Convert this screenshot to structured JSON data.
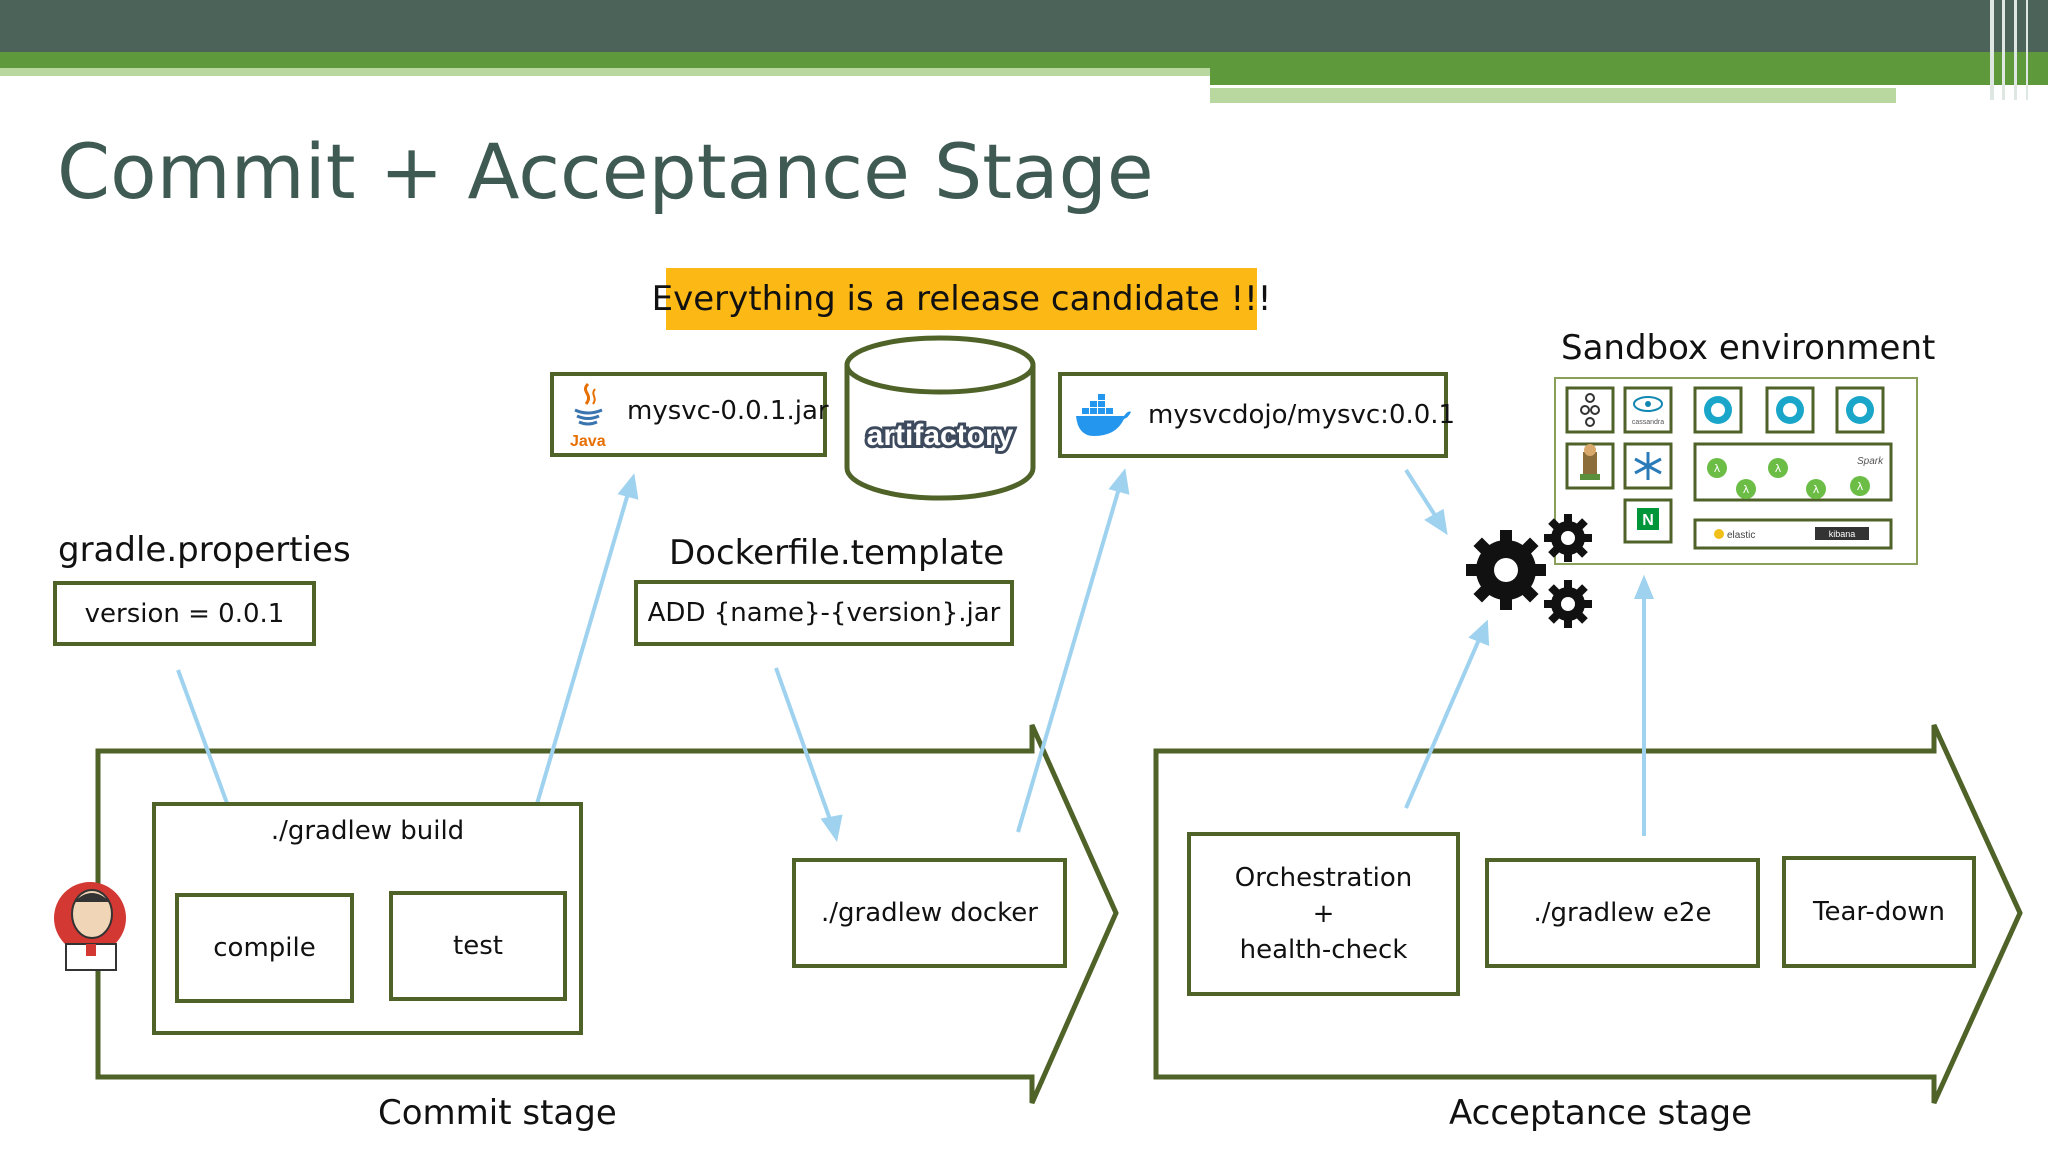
{
  "slide": {
    "title": "Commit + Acceptance Stage",
    "banner": "Everything is a release candidate !!!",
    "colors": {
      "header_dark": "#4b6358",
      "header_green": "#5e9a3b",
      "header_light": "#b8d8a0",
      "title": "#3e5a52",
      "box_border": "#4f6228",
      "banner_bg": "#fcb814",
      "arrow": "#9fd2ef"
    }
  },
  "gradle": {
    "label": "gradle.properties",
    "version": "version = 0.0.1"
  },
  "jar": {
    "icon": "java-icon",
    "icon_text": "Java",
    "name": "mysvc-0.0.1.jar"
  },
  "artifactory": {
    "icon": "artifactory-database-icon",
    "logo_text": "artifactory"
  },
  "docker_image": {
    "icon": "docker-icon",
    "name": "mysvcdojo/mysvc:0.0.1"
  },
  "dockerfile": {
    "label": "Dockerfile.template",
    "content": "ADD {name}-{version}.jar"
  },
  "sandbox": {
    "label": "Sandbox environment",
    "tile_icons": [
      "kafka-icon",
      "cassandra-icon",
      "docker-gear-icon",
      "docker-gear-icon",
      "docker-gear-icon",
      "zookeeper-icon",
      "snowflake-icon",
      "lambda-icon",
      "lambda-icon",
      "lambda-icon",
      "lambda-icon",
      "lambda-icon",
      "spark-icon",
      "elastic-icon",
      "nginx-icon",
      "kibana-icon"
    ],
    "tile_texts": {
      "cassandra": "cassandra",
      "spark": "Spark",
      "elastic": "elastic",
      "kibana": "kibana",
      "nginx": "N",
      "lambda": "λ"
    }
  },
  "gears": {
    "icon": "gears-icon"
  },
  "commit_stage": {
    "label": "Commit stage",
    "build_label": "./gradlew build",
    "compile": "compile",
    "test": "test",
    "docker": "./gradlew docker",
    "jenkins_icon": "jenkins-icon"
  },
  "acceptance_stage": {
    "label": "Acceptance stage",
    "orchestration_line1": "Orchestration",
    "orchestration_line2": "+",
    "orchestration_line3": "health-check",
    "e2e": "./gradlew e2e",
    "teardown": "Tear-down"
  }
}
